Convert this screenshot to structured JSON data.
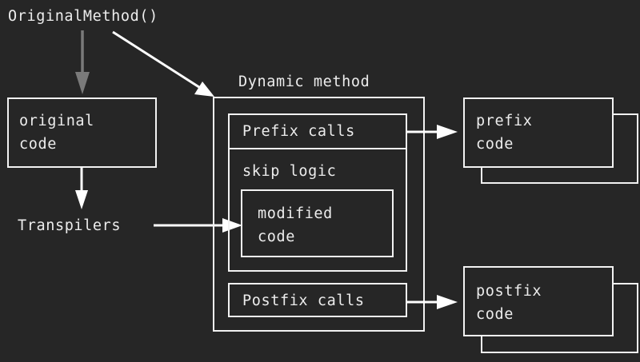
{
  "labels": {
    "original_method": "OriginalMethod()",
    "dynamic_method": "Dynamic method",
    "original_code_line1": "original",
    "original_code_line2": "code",
    "transpilers": "Transpilers",
    "prefix_calls": "Prefix calls",
    "skip_logic": "skip logic",
    "modified_code_line1": "modified",
    "modified_code_line2": "code",
    "postfix_calls": "Postfix calls",
    "prefix_code_line1": "prefix",
    "prefix_code_line2": "code",
    "postfix_code_line1": "postfix",
    "postfix_code_line2": "code"
  },
  "colors": {
    "background": "#262626",
    "foreground": "#f2f2f2",
    "grey_arrow": "#7a7a7a"
  }
}
